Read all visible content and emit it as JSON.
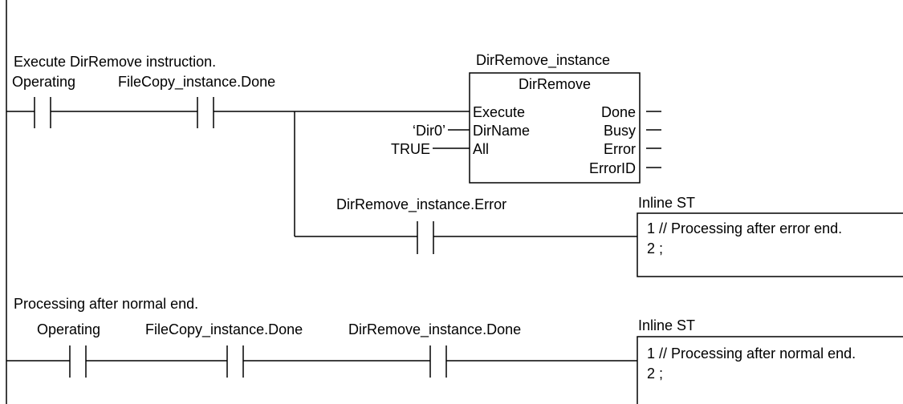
{
  "rung1": {
    "comment": "Execute DirRemove instruction.",
    "contact1": "Operating",
    "contact2": "FileCopy_instance.Done",
    "fb": {
      "instance": "DirRemove_instance",
      "type": "DirRemove",
      "inputs": [
        "Execute",
        "DirName",
        "All"
      ],
      "outputs": [
        "Done",
        "Busy",
        "Error",
        "ErrorID"
      ],
      "dirname_value": "‘Dir0’",
      "all_value": "TRUE"
    },
    "error_contact": "DirRemove_instance.Error",
    "inline_st": {
      "label": "Inline ST",
      "lines": [
        "1  // Processing after error end.",
        "2  ;"
      ]
    }
  },
  "rung2": {
    "comment": "Processing after normal end.",
    "contact1": "Operating",
    "contact2": "FileCopy_instance.Done",
    "contact3": "DirRemove_instance.Done",
    "inline_st": {
      "label": "Inline ST",
      "lines": [
        "1  // Processing after normal end.",
        "2  ;"
      ]
    }
  }
}
